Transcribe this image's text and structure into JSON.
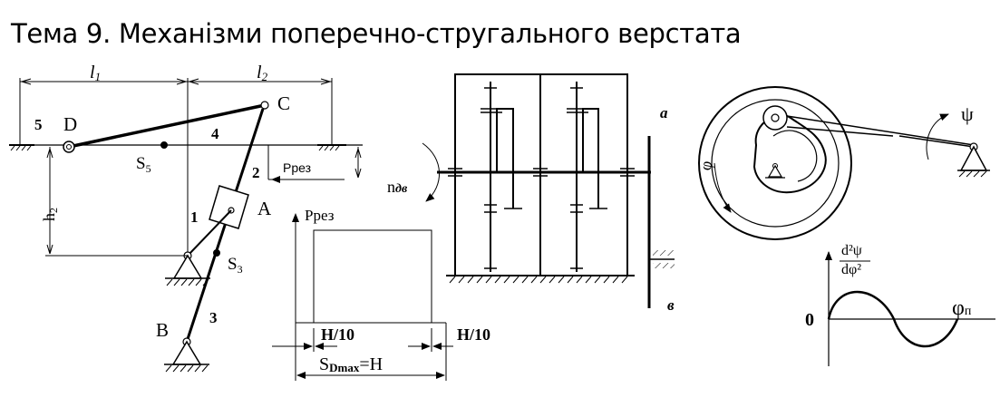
{
  "title": "Тема 9. Механізми поперечно-стругального верстата",
  "mechanism": {
    "dim_l1": "l",
    "dim_l1_sub": "1",
    "dim_l2": "l",
    "dim_l2_sub": "2",
    "dim_h2": "h",
    "dim_h2_sub": "2",
    "point_D": "D",
    "point_C": "C",
    "point_A": "A",
    "point_B": "B",
    "point_S5": "S",
    "point_S5_sub": "5",
    "point_S3": "S",
    "point_S3_sub": "3",
    "link_1": "1",
    "link_2": "2",
    "link_3": "3",
    "link_4": "4",
    "link_5": "5",
    "force_label": "Ррез"
  },
  "force_diagram": {
    "y_label": "Ррез",
    "left_dim": "H/10",
    "right_dim": "H/10",
    "stroke_main": "S",
    "stroke_sub": "Dmax",
    "stroke_tail": "=H"
  },
  "gearbox": {
    "input_label": "n",
    "input_sub": "дв",
    "label_a": "а",
    "label_v": "в"
  },
  "cam": {
    "psi_label": "ψ",
    "phi_label": "φ"
  },
  "accel_graph": {
    "num": "d²ψ",
    "den": "dφ²",
    "zero": "0",
    "x_label": "φ",
    "x_sub": "п"
  }
}
